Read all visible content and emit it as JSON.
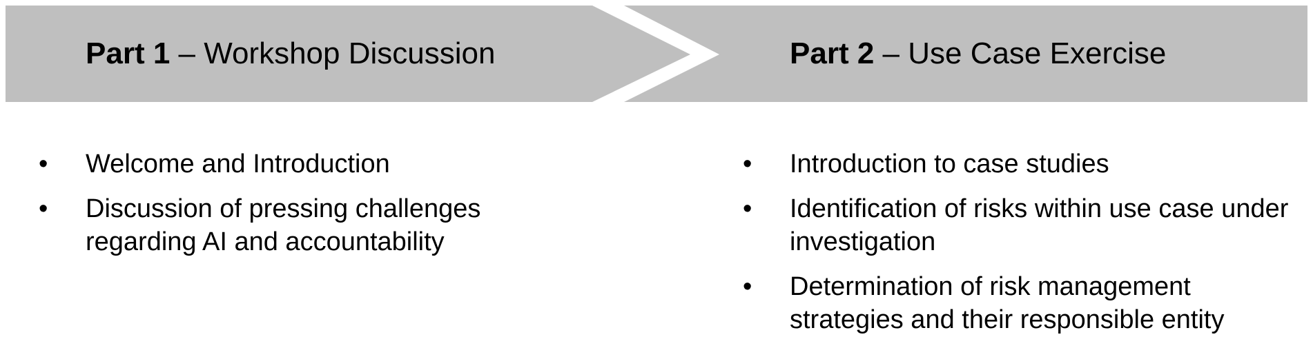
{
  "part1": {
    "title_bold": "Part 1",
    "title_rest": " – Workshop Discussion",
    "items": [
      "Welcome and Introduction",
      "Discussion of pressing challenges regarding AI and accountability"
    ]
  },
  "part2": {
    "title_bold": "Part 2",
    "title_rest": " – Use Case Exercise",
    "items": [
      "Introduction to case studies",
      "Identification of risks within use case under investigation",
      "Determination of risk management strategies and their responsible entity"
    ]
  },
  "bullet_glyph": "•",
  "colors": {
    "banner": "#bfbfbf",
    "text": "#000000",
    "background": "#ffffff"
  }
}
